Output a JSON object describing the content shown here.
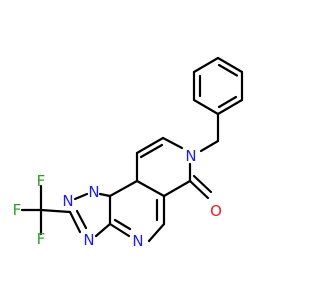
{
  "molecule": {
    "name": "",
    "colors": {
      "bond": "#000000",
      "nitrogen": "#1f1fe6",
      "oxygen": "#e61f1f",
      "fluorine": "#2ca02c",
      "background": "#ffffff"
    },
    "atom_labels": {
      "n_triazole_n1": "N",
      "n_triazole_n2": "N",
      "n_triazole_n4": "N",
      "n_pyrimidine": "N",
      "n_pyridinone": "N",
      "o_carbonyl": "O",
      "f1": "F",
      "f2": "F",
      "f3": "F"
    }
  }
}
